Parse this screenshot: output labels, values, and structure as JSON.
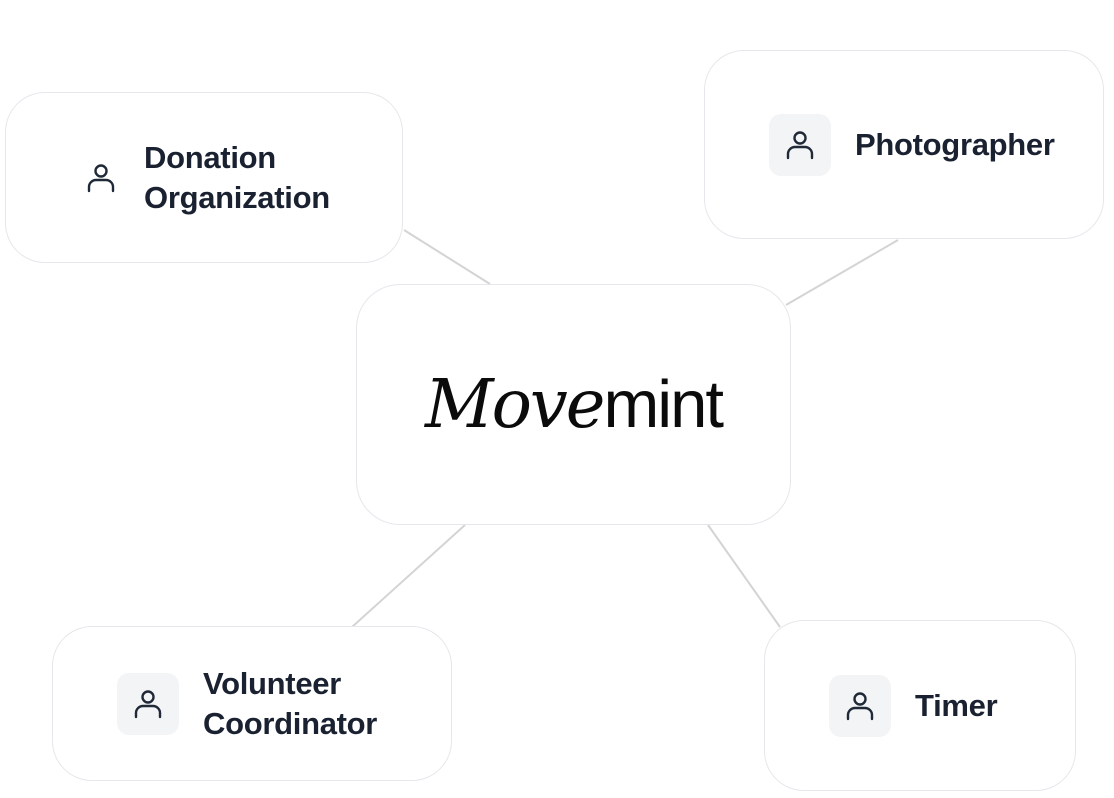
{
  "hub": {
    "logo_italic": "Move",
    "logo_plain": "mint"
  },
  "roles": {
    "donation": {
      "line1": "Donation",
      "line2": "Organization",
      "icon": "user-icon"
    },
    "photographer": {
      "line1": "Photographer",
      "icon": "user-icon"
    },
    "volunteer": {
      "line1": "Volunteer",
      "line2": "Coordinator",
      "icon": "user-icon"
    },
    "timer": {
      "line1": "Timer",
      "icon": "user-icon"
    }
  },
  "colors": {
    "text": "#1a2130",
    "border": "#e5e7eb",
    "connector": "#d4d4d4",
    "icon_tile": "#f3f4f6"
  }
}
